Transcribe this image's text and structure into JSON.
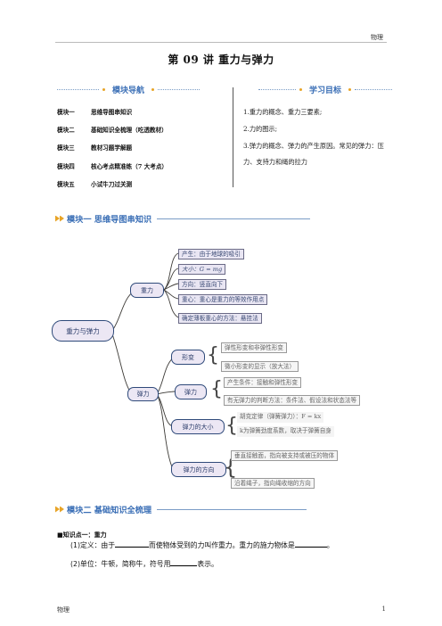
{
  "header": {
    "right_label": "物理"
  },
  "title": "第 09 讲  重力与弹力",
  "nav": {
    "heading": "模块导航",
    "modules": [
      {
        "key": "模块一",
        "text": "思维导图串知识"
      },
      {
        "key": "模块二",
        "text": "基础知识全梳理（吃透教材）"
      },
      {
        "key": "模块三",
        "text": "教材习题学解题"
      },
      {
        "key": "模块四",
        "text": "核心考点精准练（7 大考点）"
      },
      {
        "key": "模块五",
        "text": "小试牛刀过关测"
      }
    ]
  },
  "goals": {
    "heading": "学习目标",
    "items": [
      "1.重力的概念、重力三要素;",
      "2.力的图示;",
      "3.弹力的概念、弹力的产生原因。常见的弹力：压",
      "力、支持力和绳的拉力"
    ]
  },
  "section1": {
    "heading": "模块一  思维导图串知识"
  },
  "mindmap": {
    "root": "重力与弹力",
    "gravity": {
      "label": "重力",
      "leaves": [
        "产生：由于地球的吸引",
        "大小：G = mg",
        "方向：竖直向下",
        "重心：重心是重力的等效作用点",
        "确定薄板重心的方法：悬挂法"
      ]
    },
    "elastic": {
      "label": "弹力",
      "deform": {
        "label": "形变",
        "leaves": [
          "弹性形变和非弹性形变",
          "微小形变的显示（放大法）"
        ]
      },
      "force": {
        "label": "弹力",
        "leaves": [
          "产生条件：接触和弹性形变",
          "有无弹力的判断方法：条件法、假设法和状态法等"
        ]
      },
      "magnitude": {
        "label": "弹力的大小",
        "leaves": [
          "胡克定律（弹簧弹力）：F = kx",
          "k为弹簧劲度系数，取决于弹簧自身"
        ]
      },
      "direction": {
        "label": "弹力的方向",
        "leaves": [
          "垂直接触面，指向被支持或被压的物体",
          "沿着绳子，指向绳收缩的方向"
        ]
      }
    }
  },
  "section2": {
    "heading": "模块二  基础知识全梳理"
  },
  "knowledge": {
    "point_title": "■知识点一：重力",
    "line1_a": "(1)定义：由于",
    "line1_b": "而使物体受到的力叫作重力。重力的施力物体是",
    "line1_c": "。",
    "line2_a": "(2)单位：牛顿，简称牛，符号用",
    "line2_b": "表示。"
  },
  "footer": {
    "left": "物理",
    "page": "1"
  }
}
